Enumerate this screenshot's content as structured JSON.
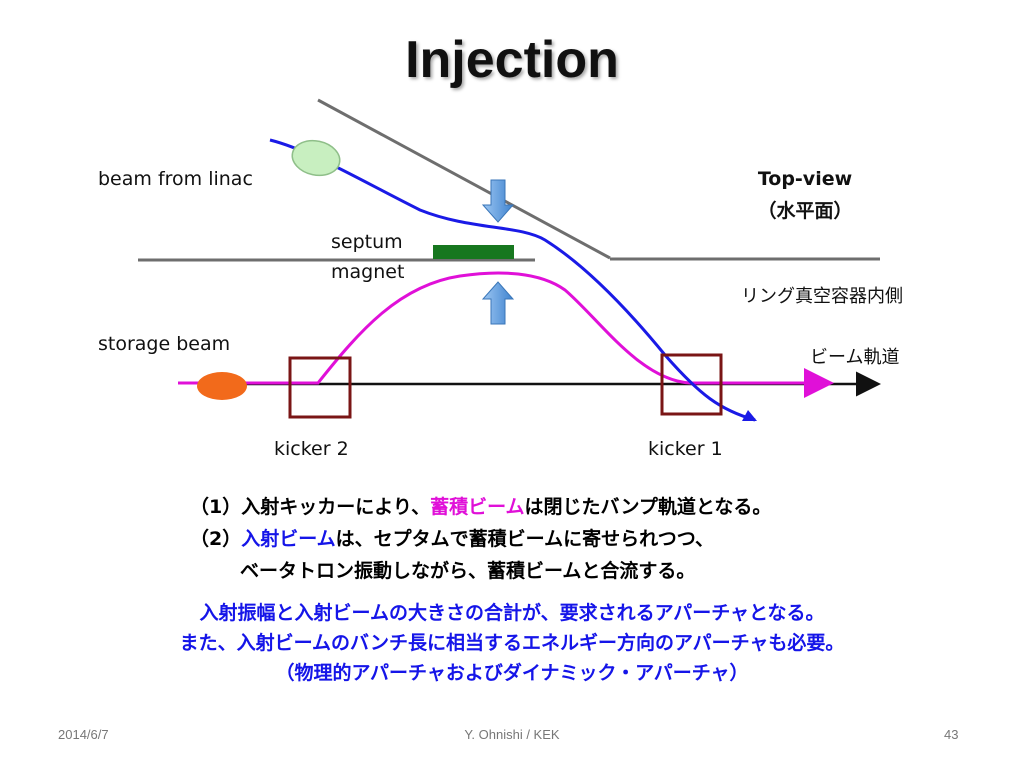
{
  "slide": {
    "title": "Injection",
    "labels": {
      "beam_from_linac": "beam from linac",
      "septum_line1": "septum",
      "septum_line2": "magnet",
      "storage_beam": "storage beam",
      "kicker2": "kicker 2",
      "kicker1": "kicker 1",
      "top_view": "Top-view",
      "top_view_sub": "（水平面）",
      "ring_inside": "リング真空容器内側",
      "beam_orbit": "ビーム軌道"
    },
    "body": {
      "line1_prefix": "（1）入射キッカーにより、",
      "line1_highlight": "蓄積ビーム",
      "line1_suffix": "は閉じたバンプ軌道となる。",
      "line2_prefix": "（2）",
      "line2_highlight": "入射ビーム",
      "line2_suffix": "は、セプタムで蓄積ビームに寄せられつつ、",
      "line3": "ベータトロン振動しながら、蓄積ビームと合流する。"
    },
    "note": {
      "line1": "入射振幅と入射ビームの大きさの合計が、要求されるアパーチャとなる。",
      "line2": "また、入射ビームのバンチ長に相当するエネルギー方向のアパーチャも必要。",
      "line3": "（物理的アパーチャおよびダイナミック・アパーチャ）"
    },
    "footer": {
      "date": "2014/6/7",
      "author": "Y. Ohnishi / KEK",
      "page": "43"
    },
    "colors": {
      "injected_beam": "#1a1ae6",
      "stored_beam": "#e010d8",
      "kicker": "#7a1515",
      "septum": "#17771f",
      "arrow": "#4a90d9",
      "linac_bunch": "#c8efc0",
      "storage_bunch": "#f26a1b"
    }
  }
}
